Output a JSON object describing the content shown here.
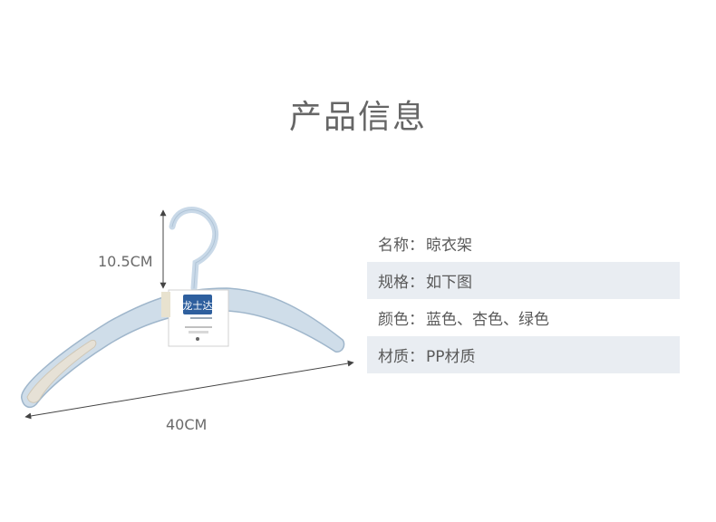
{
  "title": "产品信息",
  "figure": {
    "height_label": "10.5CM",
    "width_label": "40CM",
    "tag_brand": "龙士达",
    "colors": {
      "hanger_body": "#cfdde9",
      "hanger_outline": "#9fb6cb",
      "hook": "#c9d9e8",
      "grip_pad": "#e6e1d6",
      "tag_brand_bg": "#2e5f9e",
      "dimension_line": "#444444"
    }
  },
  "specs": [
    {
      "key": "名称：",
      "value": "晾衣架"
    },
    {
      "key": "规格：",
      "value": "如下图"
    },
    {
      "key": "颜色：",
      "value": "蓝色、杏色、绿色"
    },
    {
      "key": "材质：",
      "value": "PP材质"
    }
  ]
}
